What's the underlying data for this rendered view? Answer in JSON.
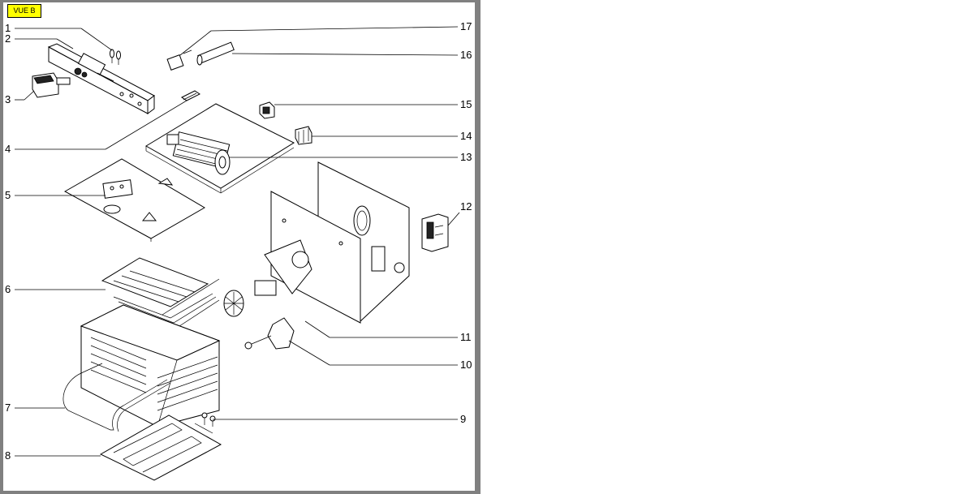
{
  "view_badge": "VUE B",
  "callouts": [
    "1",
    "2",
    "3",
    "4",
    "5",
    "6",
    "7",
    "8",
    "9",
    "10",
    "11",
    "12",
    "13",
    "14",
    "15",
    "16",
    "17"
  ],
  "colors": {
    "frame": "#808080",
    "badge": "#ffff00"
  }
}
